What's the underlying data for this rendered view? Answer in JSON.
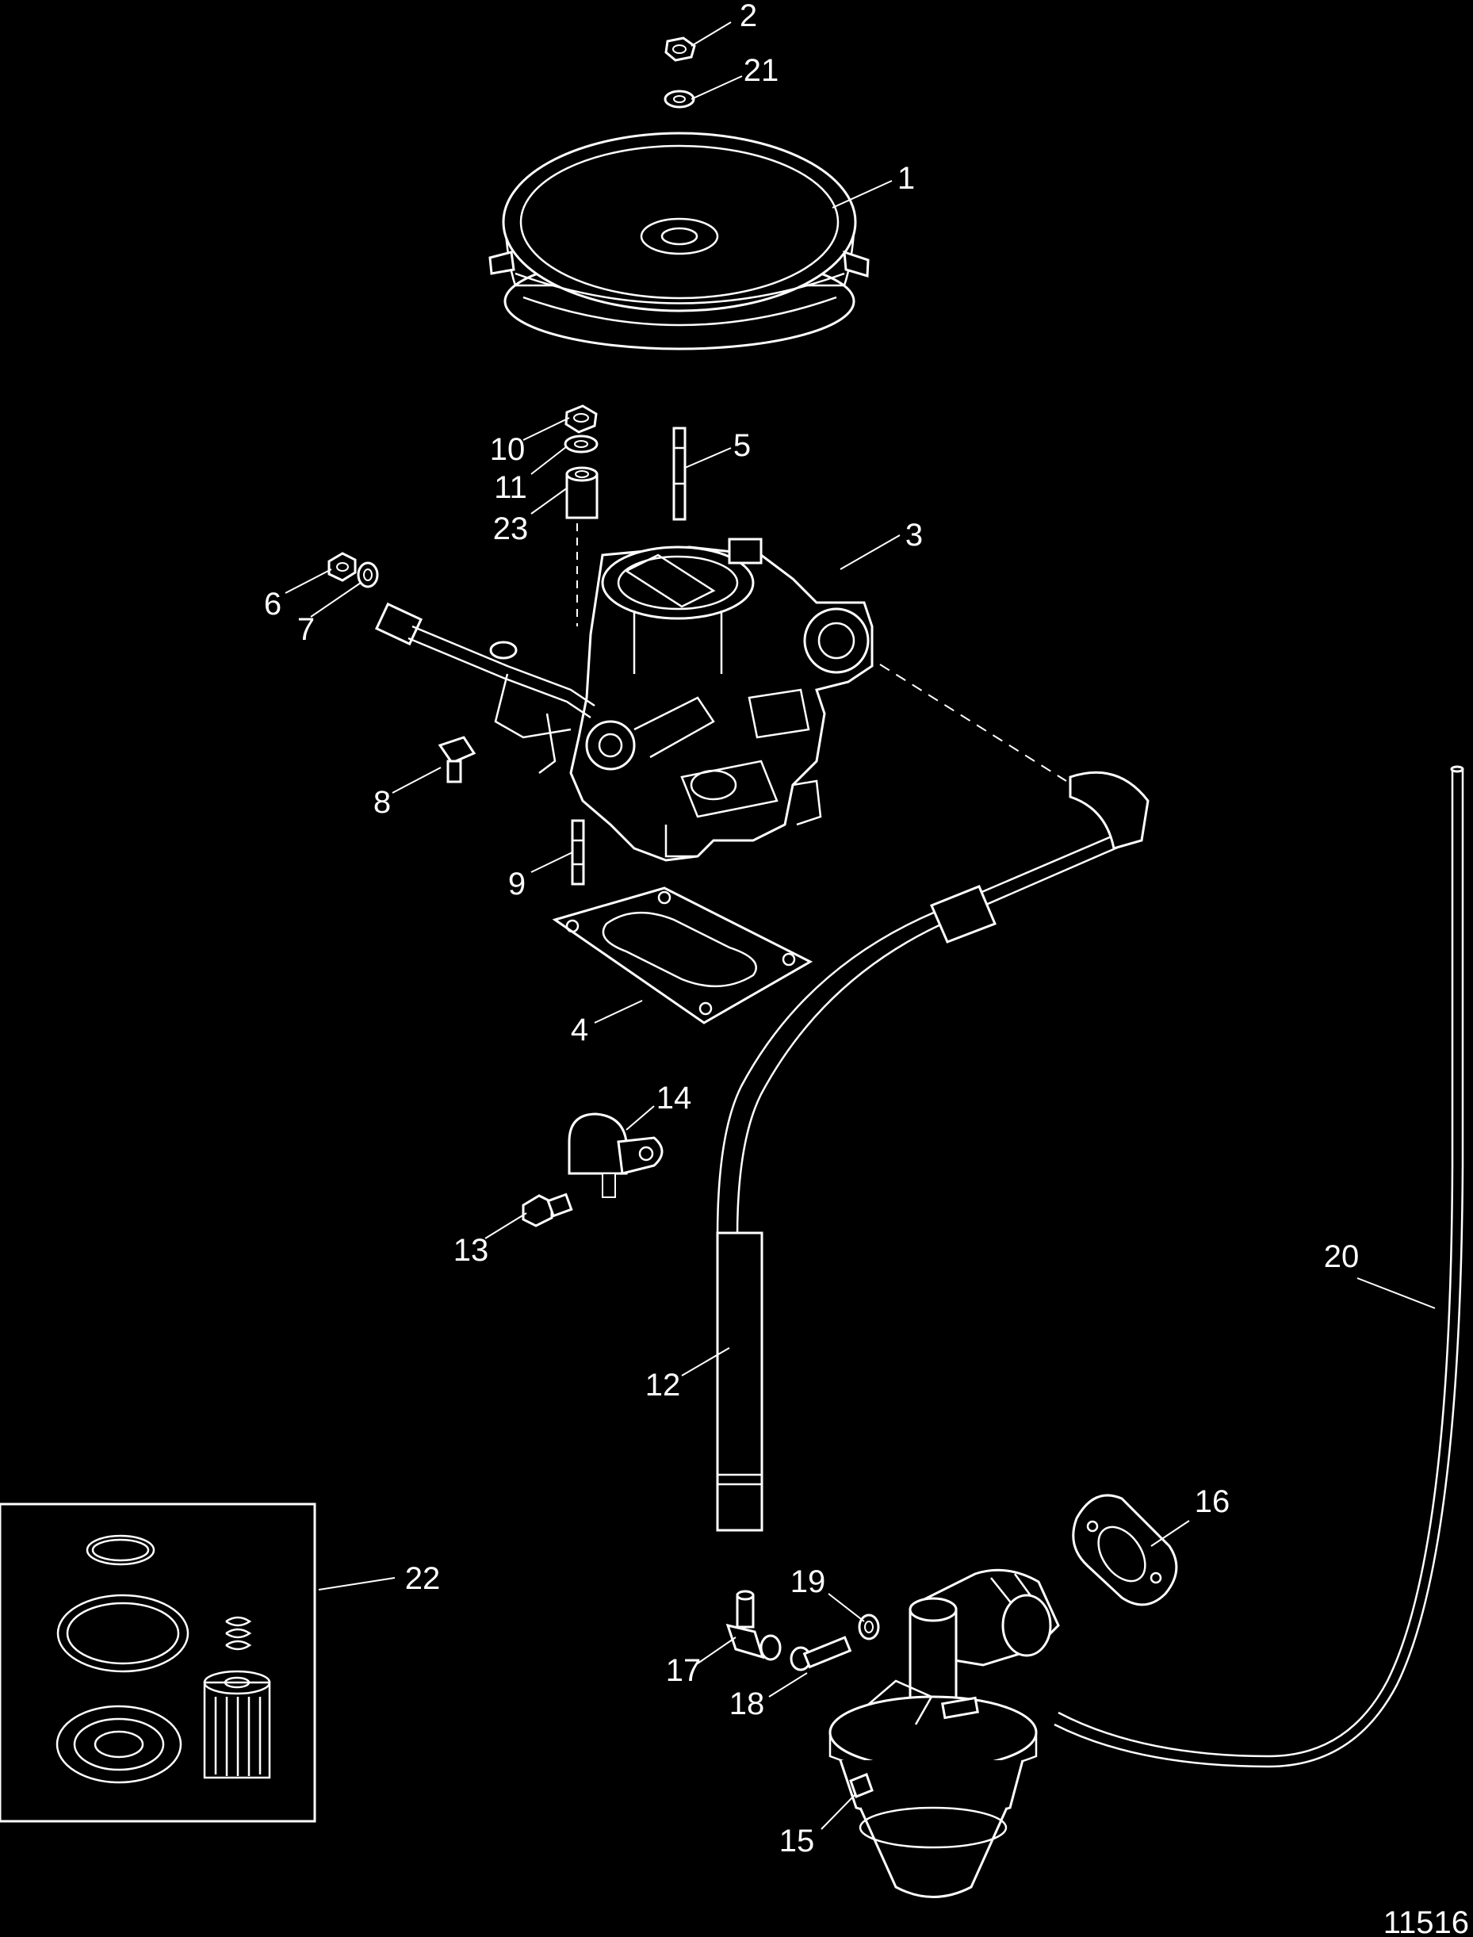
{
  "diagram": {
    "figure_number": "11516",
    "callouts": [
      "1",
      "2",
      "3",
      "4",
      "5",
      "6",
      "7",
      "8",
      "9",
      "10",
      "11",
      "12",
      "13",
      "14",
      "15",
      "16",
      "17",
      "18",
      "19",
      "20",
      "21",
      "22",
      "23"
    ],
    "colors": {
      "background": "#000000",
      "line": "#ffffff"
    }
  }
}
